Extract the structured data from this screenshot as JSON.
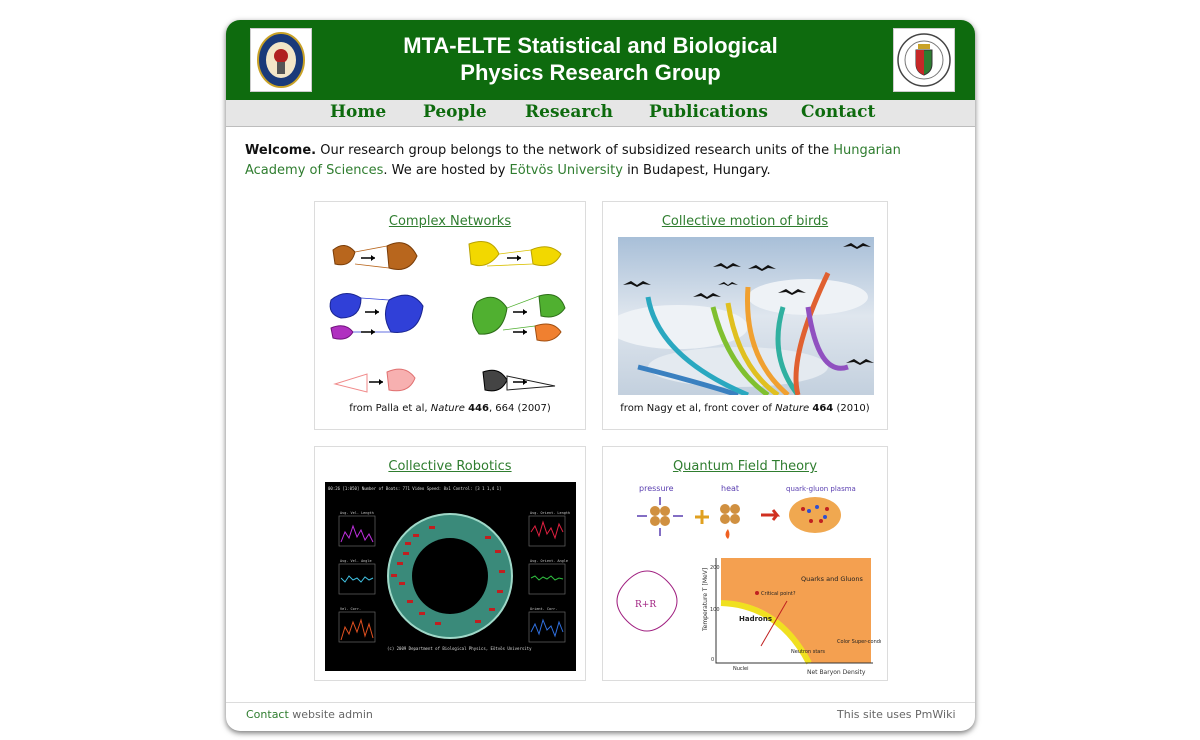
{
  "header": {
    "title_line1": "MTA-ELTE Statistical and Biological",
    "title_line2": "Physics Research Group"
  },
  "nav": {
    "items": [
      {
        "label": "Home"
      },
      {
        "label": "People"
      },
      {
        "label": "Research"
      },
      {
        "label": "Publications"
      },
      {
        "label": "Contact"
      }
    ]
  },
  "welcome": {
    "bold": "Welcome.",
    "text1": " Our research group belongs to the network of subsidized research units of the ",
    "link1": "Hungarian Academy of Sciences",
    "text2": ". We are hosted by ",
    "link2": "Eötvös University",
    "text3": " in Budapest, Hungary."
  },
  "panels": [
    {
      "title": "Complex Networks",
      "caption_pre": "from Palla et al, ",
      "caption_journal": "Nature",
      "caption_vol": "446",
      "caption_post": ", 664 (2007)"
    },
    {
      "title": "Collective motion of birds",
      "caption_pre": "from Nagy et al, front cover of ",
      "caption_journal": "Nature",
      "caption_vol": "464",
      "caption_post": " (2010)"
    },
    {
      "title": "Collective Robotics"
    },
    {
      "title": "Quantum Field Theory"
    }
  ],
  "figures": {
    "robotics_header": "00:26  [1:050]          Number of Boats: 771  Video Speed: 8x1  Control: [3 1 1,4 1]",
    "robotics_footer": "(c) 2009 Department of Biological Physics, Eötvös University",
    "robotics_plots": [
      "Avg. Vel. Length",
      "Avg. Vel. Angle",
      "Vel. Corr.",
      "Avg. Orient. Length",
      "Avg. Orient. Angle",
      "Orient. Corr."
    ],
    "qft_pressure": "pressure",
    "qft_heat": "heat",
    "qft_plasma": "quark-gluon plasma",
    "qft_ylabel": "Temperature T [MeV]",
    "qft_xlabel": "Net Baryon Density",
    "qft_quarks": "Quarks and Gluons",
    "qft_critical": "Critical point?",
    "qft_hadrons": "Hadrons",
    "qft_nuclei": "Nuclei",
    "qft_neutron": "Neutron stars",
    "qft_color": "Color Super-conductor?",
    "qft_t200": "200",
    "qft_t100": "100",
    "qft_t0": "0"
  },
  "footer": {
    "contact_link": "Contact",
    "contact_text": " website admin",
    "right": "This site uses PmWiki"
  },
  "colors": {
    "header_green": "#0e6b0e",
    "link_green": "#2f7d2f",
    "nav_background": "#e6e6e6"
  }
}
